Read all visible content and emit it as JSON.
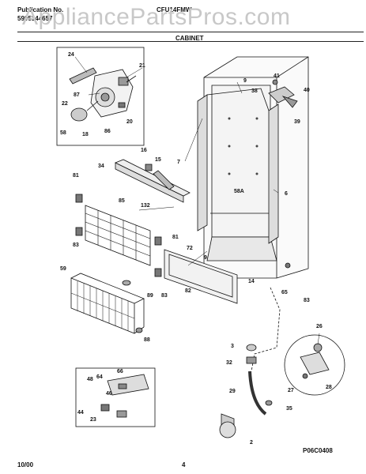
{
  "header": {
    "pub_label": "Publication No.",
    "pub_number": "5995344657",
    "model_fragment": "CFU14FMW",
    "watermark": "AppliancePartsPros.com",
    "section": "CABINET"
  },
  "footer": {
    "date": "10/00",
    "page": "4",
    "drawing_code": "P06C0408"
  },
  "part_numbers": [
    "24",
    "21",
    "87",
    "22",
    "20",
    "58",
    "18",
    "86",
    "16",
    "15",
    "34",
    "132",
    "81",
    "85",
    "81",
    "83",
    "59",
    "89",
    "83",
    "82",
    "88",
    "72",
    "9",
    "14",
    "65",
    "83",
    "9",
    "41",
    "40",
    "38",
    "39",
    "7",
    "58A",
    "6",
    "26",
    "3",
    "32",
    "28",
    "27",
    "29",
    "35",
    "2",
    "64",
    "66",
    "46",
    "48",
    "44",
    "23"
  ]
}
